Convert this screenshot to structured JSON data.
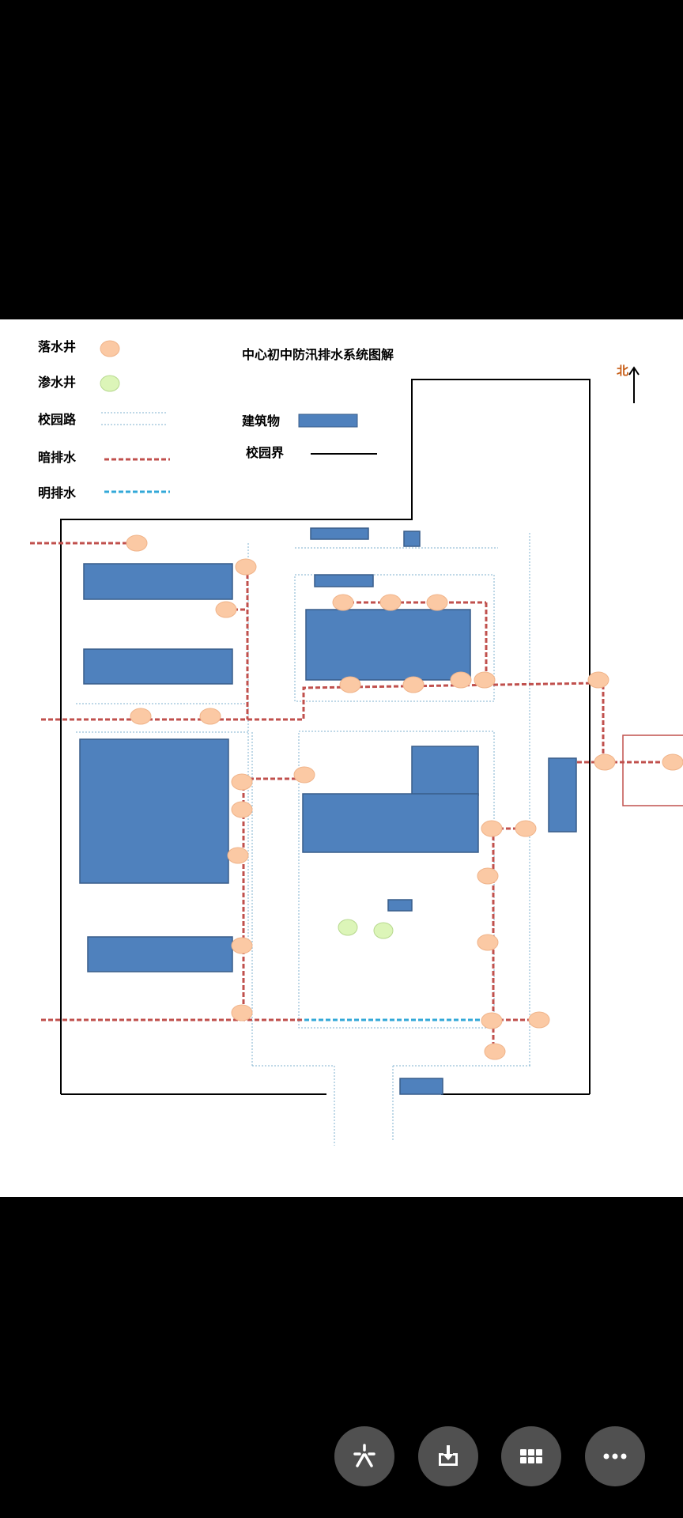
{
  "diagram": {
    "title": "中心初中防汛排水系统图解",
    "north_label": "北",
    "legend": {
      "drop_well": "落水井",
      "seep_well": "渗水井",
      "campus_road": "校园路",
      "hidden_drain": "暗排水",
      "open_drain": "明排水",
      "building": "建筑物",
      "campus_boundary": "校园界"
    },
    "colors": {
      "building_fill": "#4f81bd",
      "building_stroke": "#385d8a",
      "drop_well": "#fbc9a4",
      "seep_well": "#dcf5b8",
      "hidden_drain": "#c0504d",
      "open_drain": "#33a8d8",
      "road": "#7fb2cf",
      "boundary": "#000000",
      "highlight_box": "#c0504d"
    }
  },
  "toolbar": {
    "buttons": [
      {
        "name": "ai-sparkle",
        "icon": "sparkle-icon"
      },
      {
        "name": "download",
        "icon": "download-icon"
      },
      {
        "name": "apps",
        "icon": "grid-icon"
      },
      {
        "name": "more",
        "icon": "more-icon"
      }
    ]
  }
}
